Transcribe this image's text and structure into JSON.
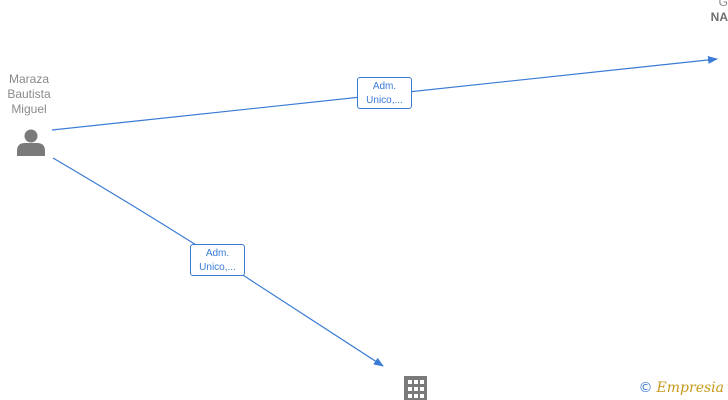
{
  "person": {
    "name_lines": [
      "Maraza",
      "Bautista",
      "Miguel"
    ],
    "icon": "person-icon"
  },
  "top_right_company": {
    "line1": "G",
    "line2": "NA"
  },
  "bottom_company": {
    "icon": "building-icon"
  },
  "edges": [
    {
      "label_lines": [
        "Adm.",
        "Unico,..."
      ]
    },
    {
      "label_lines": [
        "Adm.",
        "Unico,..."
      ]
    }
  ],
  "watermark": {
    "symbol": "©",
    "brand": "Empresia"
  },
  "colors": {
    "edge": "#3a7bd5",
    "node_icon": "#7a7a7a",
    "label_text": "#8a8a8a"
  }
}
